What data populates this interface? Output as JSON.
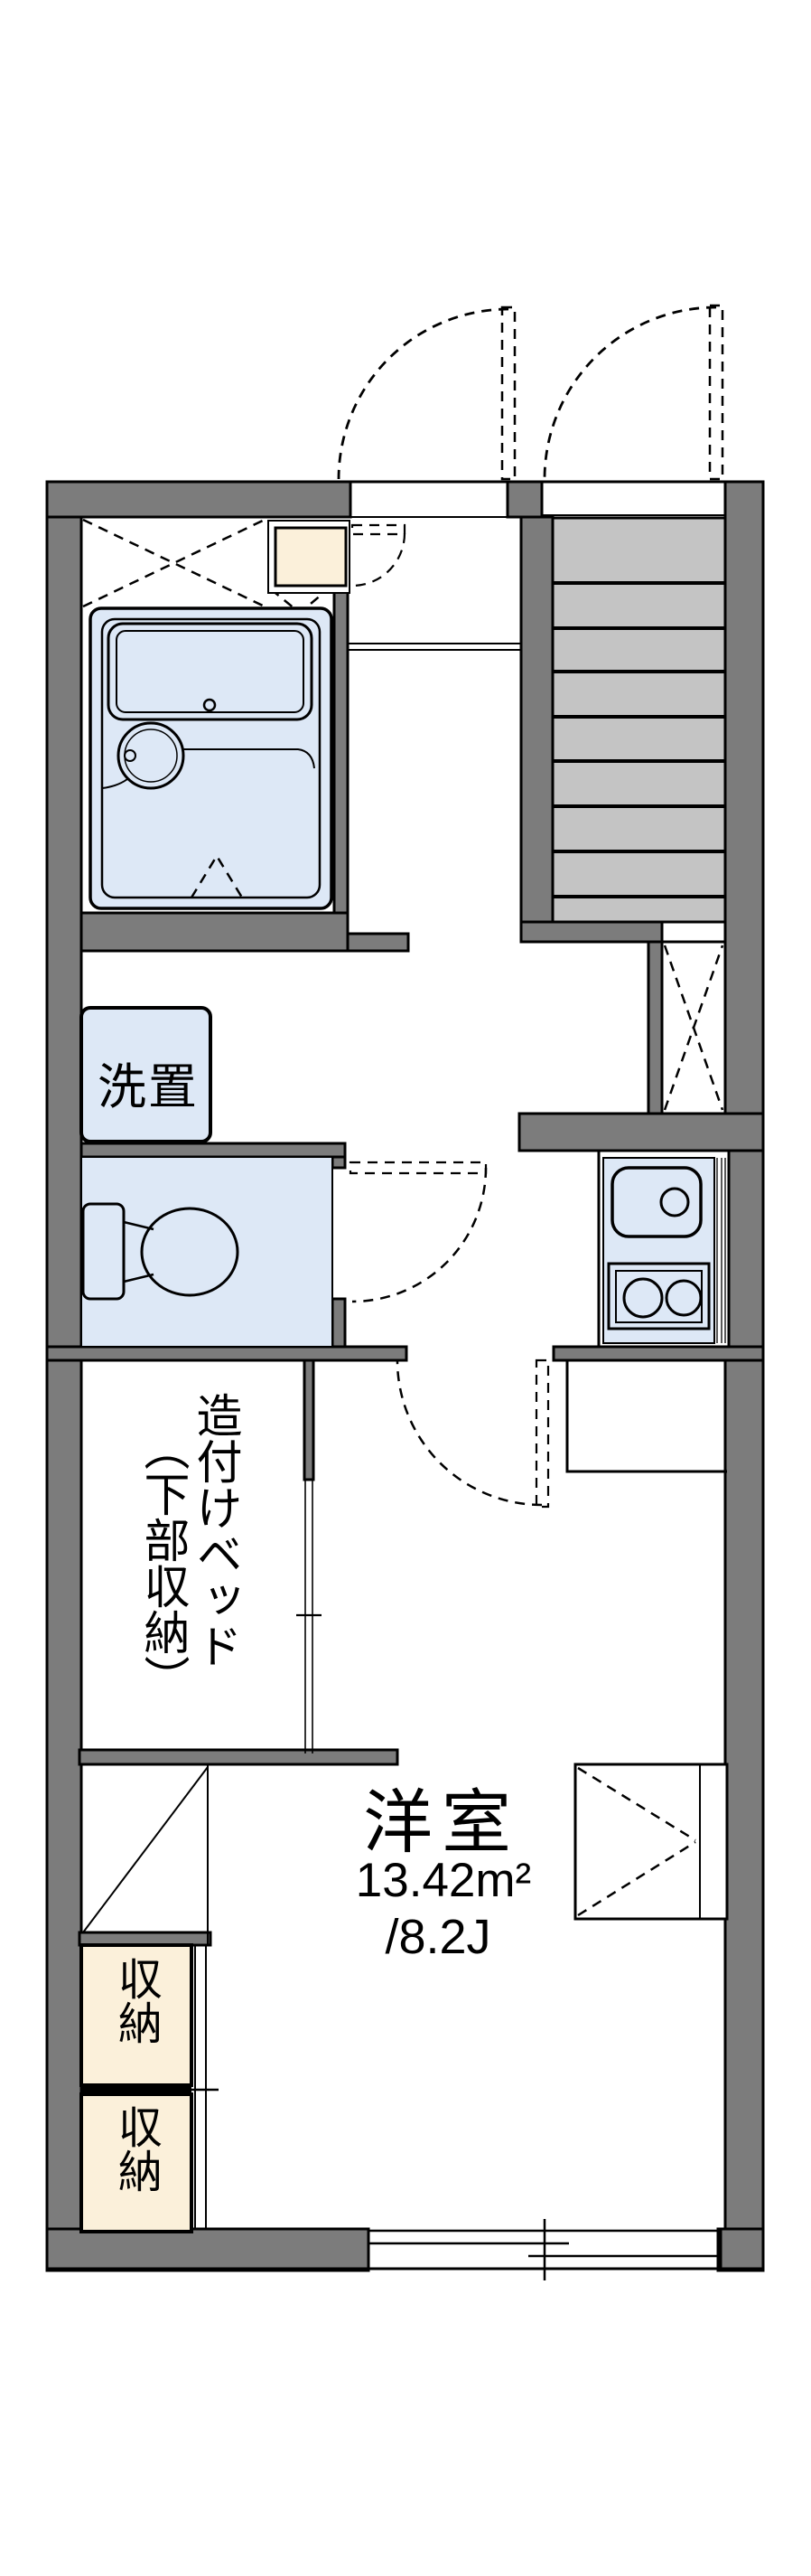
{
  "colors": {
    "wall": "#7c7c7c",
    "tread": "#c4c4c4",
    "fixture": "#dde8f6",
    "cream": "#fbf0da"
  },
  "labels": {
    "washer_space": "洗置",
    "built_in_bed": "造付けベッド",
    "bed_under_storage": "（下部収納）",
    "main_room_name": "洋室",
    "main_room_area_m2": "13.42m²",
    "main_room_area_tatami": "/8.2J",
    "storage_upper": "収納",
    "storage_lower": "収納"
  }
}
